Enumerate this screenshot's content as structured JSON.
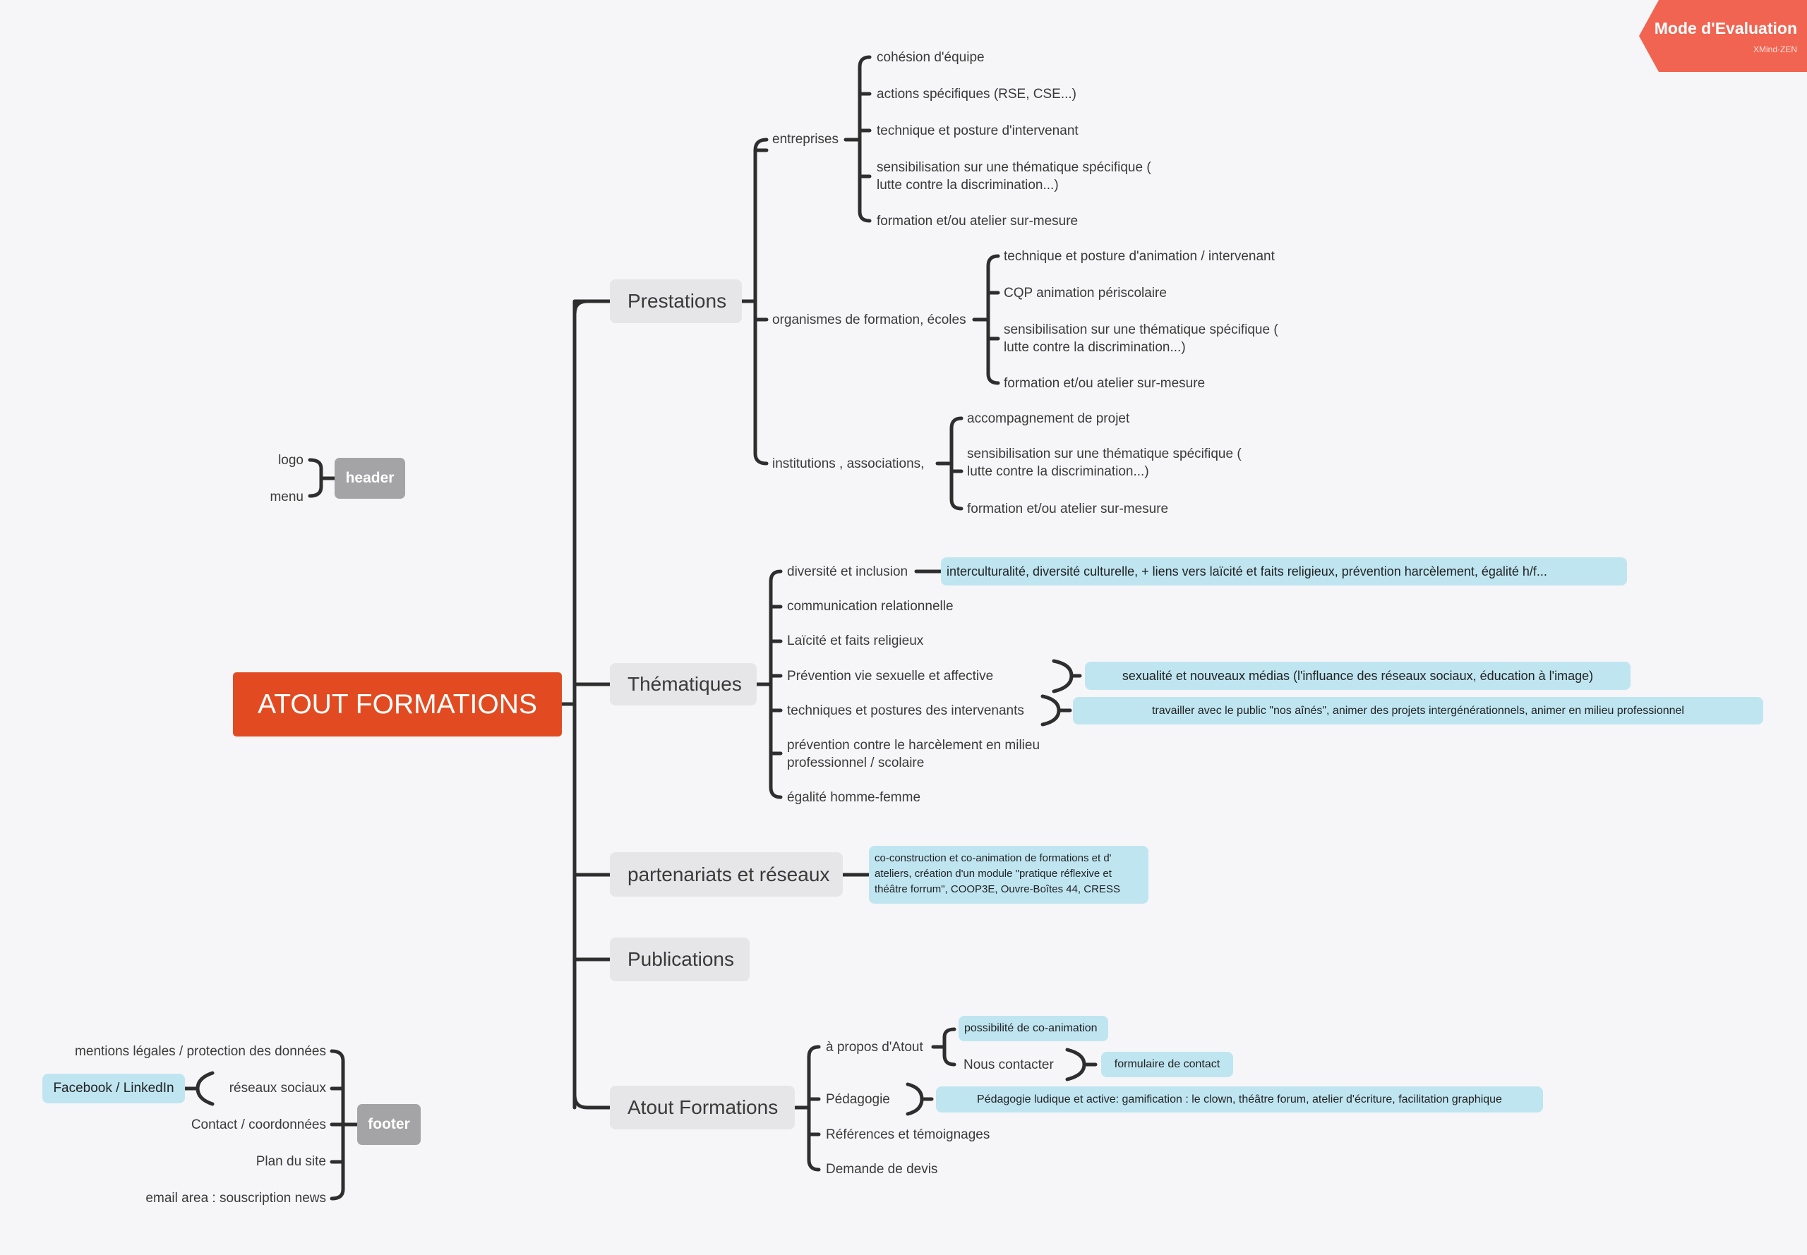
{
  "badge": {
    "title": "Mode d'Evaluation",
    "subtitle": "XMind·ZEN",
    "color": "#f16452"
  },
  "root": "ATOUT FORMATIONS",
  "prestations": {
    "label": "Prestations",
    "entreprises": {
      "label": "entreprises",
      "items": [
        "cohésion d'équipe",
        "actions spécifiques (RSE, CSE...)",
        "technique et posture d'intervenant",
        "sensibilisation sur une thématique spécifique ( lutte contre la discrimination...)",
        "formation et/ou atelier sur-mesure"
      ]
    },
    "organismes": {
      "label": "organismes de formation, écoles",
      "items": [
        "technique et posture d'animation / intervenant",
        "CQP animation périscolaire",
        "sensibilisation sur une thématique spécifique ( lutte contre la discrimination...)",
        "formation et/ou atelier sur-mesure"
      ]
    },
    "institutions": {
      "label": "institutions , associations,",
      "items": [
        "accompagnement de projet",
        "sensibilisation sur une thématique spécifique ( lutte contre la discrimination...)",
        "formation et/ou atelier sur-mesure"
      ]
    }
  },
  "thematiques": {
    "label": "Thématiques",
    "items": [
      "diversité et inclusion",
      "communication relationnelle",
      "Laïcité et faits religieux",
      "Prévention vie sexuelle et affective",
      "techniques et postures des intervenants",
      "prévention contre le harcèlement en milieu professionnel / scolaire",
      "égalité homme-femme"
    ],
    "notes": {
      "diversite": "interculturalité, diversité culturelle, + liens vers laïcité et faits religieux, prévention harcèlement, égalité h/f...",
      "prevention": "sexualité et nouveaux médias (l'influance des réseaux sociaux, éducation à l'image)",
      "techniques": "travailler avec le public \"nos aînés\", animer des projets intergénérationnels, animer en milieu professionnel"
    }
  },
  "partenariats": {
    "label": "partenariats et réseaux",
    "note": "co-construction et co-animation de formations  et d' ateliers, création d'un module \"pratique réflexive et théâtre forrum\", COOP3E, Ouvre-Boîtes 44, CRESS"
  },
  "publications": {
    "label": "Publications"
  },
  "atout": {
    "label": "Atout Formations",
    "apropos": "à propos d'Atout",
    "coanimation": "possibilité de co-animation",
    "contacter": "Nous contacter",
    "formulaire": "formulaire de contact",
    "pedagogie": "Pédagogie",
    "pedagogie_note": "Pédagogie ludique et active: gamification : le clown, théâtre forum, atelier d'écriture, facilitation graphique",
    "references": "Références et témoignages",
    "devis": "Demande de devis"
  },
  "header": {
    "label": "header",
    "items": [
      "logo",
      "menu"
    ]
  },
  "footer": {
    "label": "footer",
    "items": [
      "mentions légales / protection des données",
      "réseaux sociaux",
      "Contact / coordonnées",
      "Plan du site",
      "email area : souscription news"
    ],
    "social_note": "Facebook / LinkedIn"
  },
  "colors": {
    "root": "#e24b21",
    "topic": "#e6e6e8",
    "note": "#bfe5f1",
    "gray_node": "#a4a4a6",
    "line": "#2e2e2e"
  }
}
